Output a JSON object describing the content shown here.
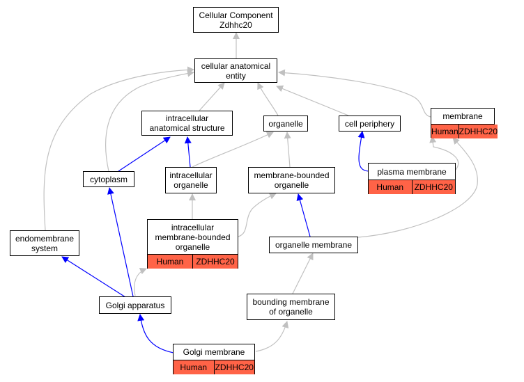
{
  "colors": {
    "gray_edge": "#c0c0c0",
    "blue_edge": "#0000ff",
    "annotation_fill": "#ff6347"
  },
  "nodes": {
    "root": "Cellular Component\nZdhhc20",
    "cae": "cellular anatomical\nentity",
    "ias": "intracellular\nanatomical structure",
    "organelle": "organelle",
    "cellperiph": "cell periphery",
    "membrane": "membrane",
    "cytoplasm": "cytoplasm",
    "io": "intracellular\norganelle",
    "mbo": "membrane-bounded\norganelle",
    "pm": "plasma membrane",
    "imbo": "intracellular\nmembrane-bounded\norganelle",
    "endo": "endomembrane\nsystem",
    "om": "organelle membrane",
    "golgi": "Golgi apparatus",
    "bmo": "bounding membrane\nof organelle",
    "gm": "Golgi membrane"
  },
  "annotations": {
    "species": "Human",
    "gene": "ZDHHC20"
  }
}
